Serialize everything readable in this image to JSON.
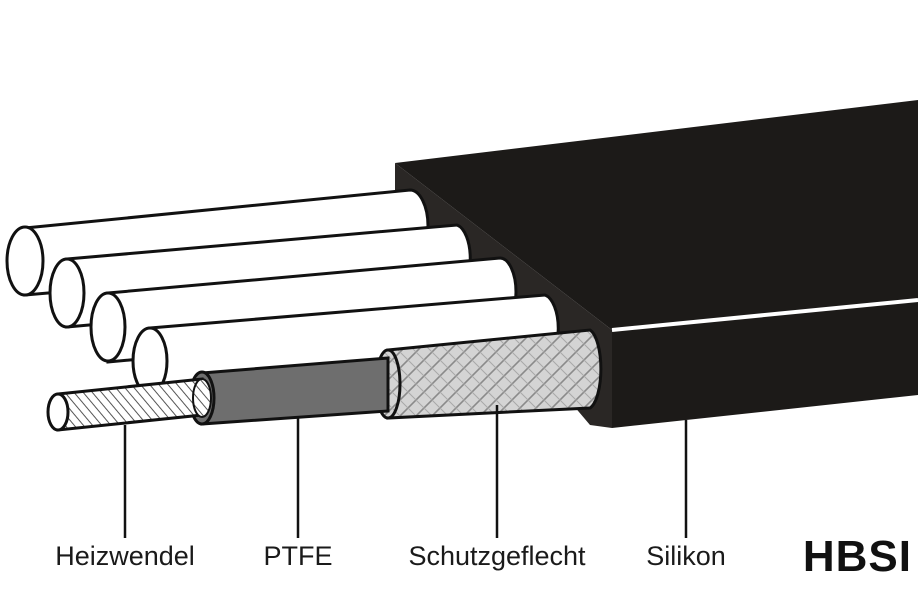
{
  "labels": {
    "heating_coil": "Heizwendel",
    "ptfe": "PTFE",
    "shield_braid": "Schutzgeflecht",
    "silicone": "Silikon"
  },
  "model": "HBSI",
  "colors": {
    "jacket": "#1c1a18",
    "ptfe": "#6e6e6e",
    "braid": "#cfcfcf",
    "core": "#ffffff",
    "outline": "#111111"
  }
}
